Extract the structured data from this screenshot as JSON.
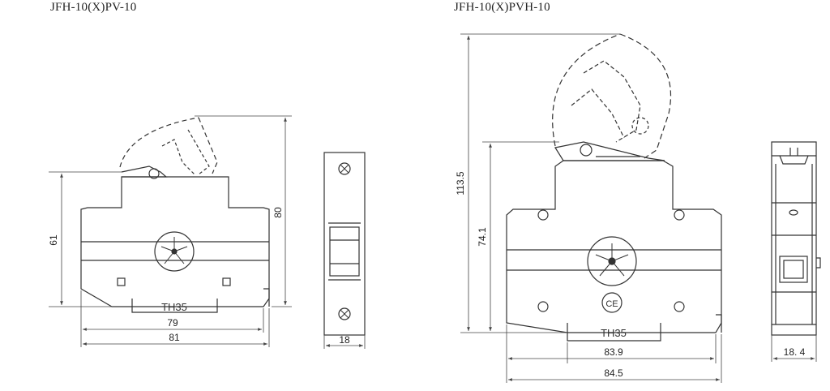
{
  "left_diagram": {
    "title": "JFH-10(X)PV-10",
    "dims": {
      "height_main": "61",
      "height_total": "80",
      "width_inner": "79",
      "width_outer": "81",
      "side_width": "18"
    },
    "rail_label": "TH35"
  },
  "right_diagram": {
    "title": "JFH-10(X)PVH-10",
    "dims": {
      "height_total": "113.5",
      "height_main": "74.1",
      "width_inner": "83.9",
      "width_outer": "84.5",
      "side_width": "18. 4"
    },
    "rail_label": "TH35",
    "cert_mark": "CE"
  },
  "colors": {
    "line": "#333333",
    "dim_line": "#444444"
  }
}
